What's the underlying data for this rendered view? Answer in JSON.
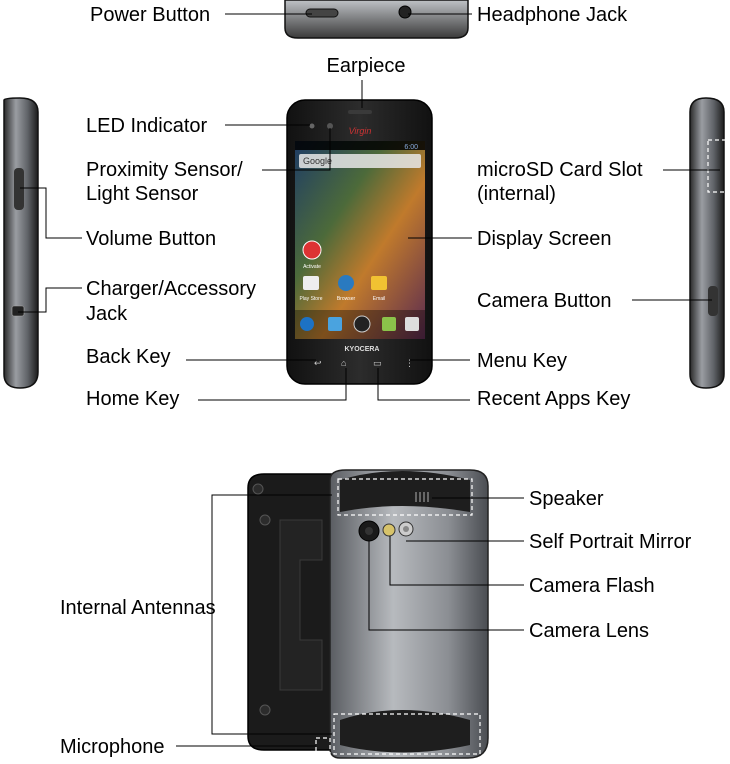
{
  "front": {
    "labels": {
      "power": "Power Button",
      "headphone": "Headphone Jack",
      "earpiece": "Earpiece",
      "led": "LED Indicator",
      "proximity_1": "Proximity Sensor/",
      "proximity_2": "Light Sensor",
      "microsd_1": "microSD Card Slot",
      "microsd_2": "(internal)",
      "volume": "Volume Button",
      "display": "Display Screen",
      "charger_1": "Charger/Accessory",
      "charger_2": "Jack",
      "camera_button": "Camera Button",
      "back": "Back Key",
      "menu": "Menu Key",
      "home": "Home Key",
      "recent": "Recent Apps Key"
    },
    "screen": {
      "brand": "Virgin",
      "time": "6:00",
      "search": "Google",
      "maker": "KYOCERA",
      "apps": [
        "Play Store",
        "Browser",
        "Email"
      ],
      "widget": "Activate"
    }
  },
  "back": {
    "labels": {
      "speaker": "Speaker",
      "mirror": "Self Portrait Mirror",
      "flash": "Camera Flash",
      "lens": "Camera Lens",
      "antennas": "Internal Antennas",
      "microphone": "Microphone"
    }
  },
  "colors": {
    "body_dark": "#1a1a1a",
    "body_metal": "#8a8d92",
    "screen_top": "#2b4f7a",
    "screen_mid": "#b86a30"
  }
}
